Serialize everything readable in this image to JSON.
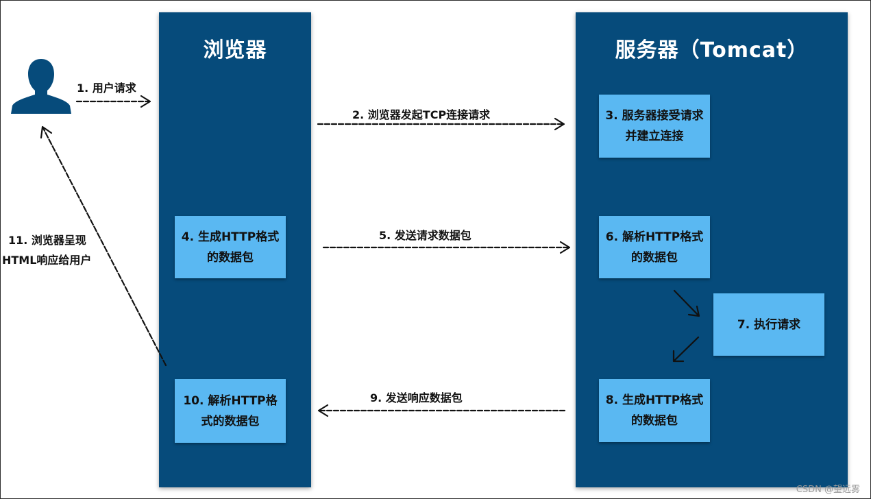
{
  "browser": {
    "title": "浏览器",
    "box_4": "4. 生成HTTP格式的数据包",
    "box_10": "10. 解析HTTP格式的数据包"
  },
  "server": {
    "title": "服务器（Tomcat）",
    "box_3": "3. 服务器接受请求并建立连接",
    "box_6": "6. 解析HTTP格式的数据包",
    "box_7": "7. 执行请求",
    "box_8": "8. 生成HTTP格式的数据包"
  },
  "edges": {
    "e1": "1. 用户请求",
    "e2": "2. 浏览器发起TCP连接请求",
    "e5": "5. 发送请求数据包",
    "e9": "9. 发送响应数据包",
    "e11_line1": "11. 浏览器呈现",
    "e11_line2": "HTML响应给用户"
  },
  "icons": {
    "user": "user-icon"
  },
  "colors": {
    "column": "#064b7b",
    "box": "#5ab8f2",
    "arrow": "#111111"
  },
  "watermark": "CSDN @望远雾"
}
